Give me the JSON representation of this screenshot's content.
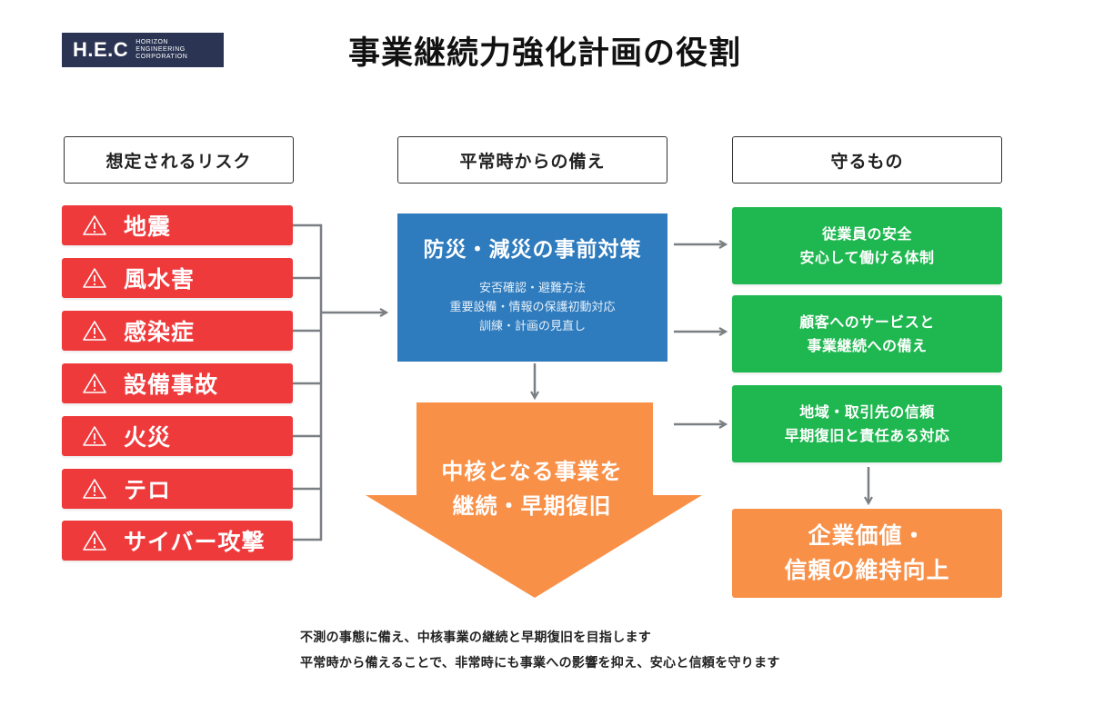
{
  "logo": {
    "mark": "H.E.C",
    "sub": [
      "HORIZON",
      "ENGINEERING",
      "CORPORATION"
    ]
  },
  "title": "事業継続力強化計画の役割",
  "columns": {
    "risks": "想定されるリスク",
    "prep": "平常時からの備え",
    "protect": "守るもの"
  },
  "risks": [
    "地震",
    "風水害",
    "感染症",
    "設備事故",
    "火災",
    "テロ",
    "サイバー攻撃"
  ],
  "risk_icon": "warning-icon",
  "prep_box": {
    "title": "防災・減災の事前対策",
    "lines": [
      "安否確認・避難方法",
      "重要設備・情報の保護初動対応",
      "訓練・計画の見直し"
    ]
  },
  "core": {
    "line1": "中核となる事業を",
    "line2": "継続・早期復旧"
  },
  "protect_items": [
    {
      "line1": "従業員の安全",
      "line2": "安心して働ける体制"
    },
    {
      "line1": "顧客へのサービスと",
      "line2": "事業継続への備え"
    },
    {
      "line1": "地域・取引先の信頼",
      "line2": "早期復旧と責任ある対応"
    }
  ],
  "value_box": {
    "line1": "企業価値・",
    "line2": "信頼の維持向上"
  },
  "footer": [
    "不測の事態に備え、中核事業の継続と早期復旧を目指します",
    "平常時から備えることで、非常時にも事業への影響を抑え、安心と信頼を守ります"
  ],
  "colors": {
    "risk": "#ef3a3c",
    "prep": "#2e7bbd",
    "core": "#f99048",
    "protect": "#1fb750",
    "value": "#f99048",
    "connector": "#7a7f83",
    "logo": "#2b3553"
  }
}
